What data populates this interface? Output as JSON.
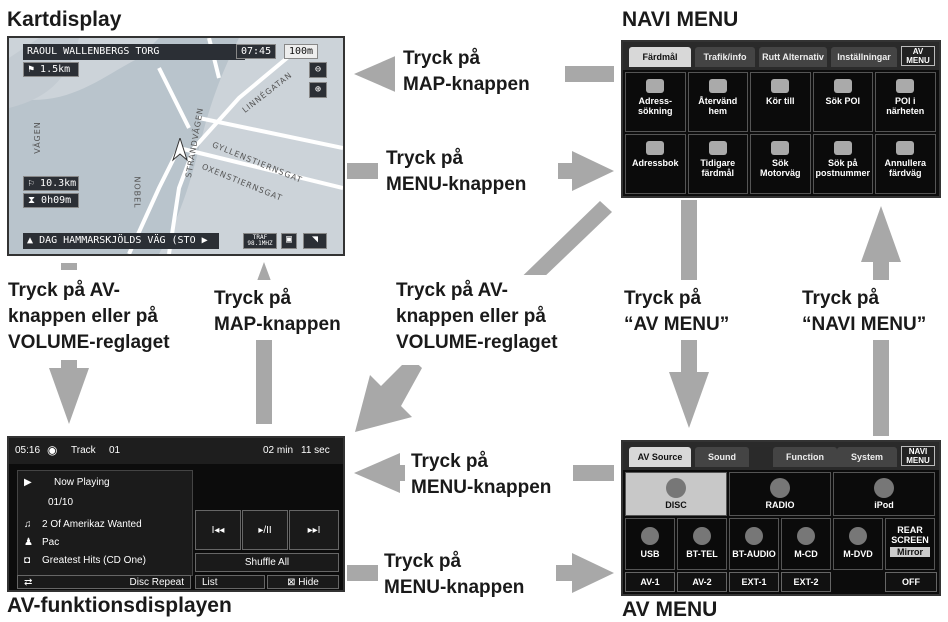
{
  "titles": {
    "map_display": "Kartdisplay",
    "navi_menu": "NAVI MENU",
    "av_function_display": "AV-funktionsdisplayen",
    "av_menu": "AV MENU"
  },
  "labels": {
    "top_left_arrow": [
      "Tryck på",
      "MAP-knappen"
    ],
    "middle_right_arrow": [
      "Tryck på",
      "MENU-knappen"
    ],
    "left_down": [
      "Tryck på AV-",
      "knappen eller på",
      "VOLUME-reglaget"
    ],
    "left_up": [
      "Tryck på",
      "MAP-knappen"
    ],
    "diagonal": [
      "Tryck på AV-",
      "knappen eller på",
      "VOLUME-reglaget"
    ],
    "right_down": [
      "Tryck på",
      "“AV MENU”"
    ],
    "right_up": [
      "Tryck på",
      "“NAVI MENU”"
    ],
    "bottom_left_arrow": [
      "Tryck på",
      "MENU-knappen"
    ],
    "bottom_right_arrow": [
      "Tryck på",
      "MENU-knappen"
    ]
  },
  "map_screen": {
    "street_top": "RAOUL WALLENBERGS TORG",
    "time": "07:45",
    "scale": "100m",
    "distance_next": "1.5km",
    "distance_total": "10.3km",
    "time_remaining": "0h09m",
    "street_bottom": "DAG HAMMARSKJÖLDS VÄG (STO",
    "radio": "98.1MHZ",
    "radio_tag": "TRAF",
    "map_streets": [
      "LINNÉGATAN",
      "STRANDVÄGEN",
      "GYLLENSTIERNSGAT",
      "OXENSTIERNSGAT",
      "NOBEL",
      "VÄGEN"
    ]
  },
  "navi_menu_screen": {
    "tabs": [
      "Färdmål",
      "Trafik/info",
      "Rutt Alternativ",
      "Inställningar"
    ],
    "menu_button": [
      "AV",
      "MENU"
    ],
    "items": [
      "Adress-\nsökning",
      "Återvänd hem",
      "Kör till",
      "Sök POI",
      "POI i\nnärheten",
      "Adressbok",
      "Tidigare\nfärdmål",
      "Sök\nMotorväg",
      "Sök på\npostnummer",
      "Annullera\nfärdväg"
    ]
  },
  "av_function_screen": {
    "time": "05:16",
    "track_label": "Track",
    "track_number": "01",
    "elapsed_min": "02 min",
    "elapsed_sec": "11 sec",
    "now_playing": "Now Playing",
    "track_position": "01/10",
    "song": "2 Of Amerikaz Wanted",
    "artist": "Pac",
    "album": "Greatest Hits (CD One)",
    "disc_repeat": "Disc Repeat",
    "prev": "I◂◂",
    "play_pause": "▸/II",
    "next": "▸▸I",
    "shuffle": "Shuffle All",
    "list": "List",
    "hide": "Hide"
  },
  "av_menu_screen": {
    "tabs": [
      "AV Source",
      "Sound",
      "Function",
      "System"
    ],
    "navi_button": [
      "NAVI",
      "MENU"
    ],
    "row1": [
      "DISC",
      "RADIO",
      "iPod"
    ],
    "row2": [
      "USB",
      "BT-TEL",
      "BT-AUDIO",
      "M-CD",
      "M-DVD",
      "REAR\nSCREEN"
    ],
    "mirror": "Mirror",
    "row3": [
      "AV-1",
      "AV-2",
      "EXT-1",
      "EXT-2",
      "OFF"
    ]
  }
}
